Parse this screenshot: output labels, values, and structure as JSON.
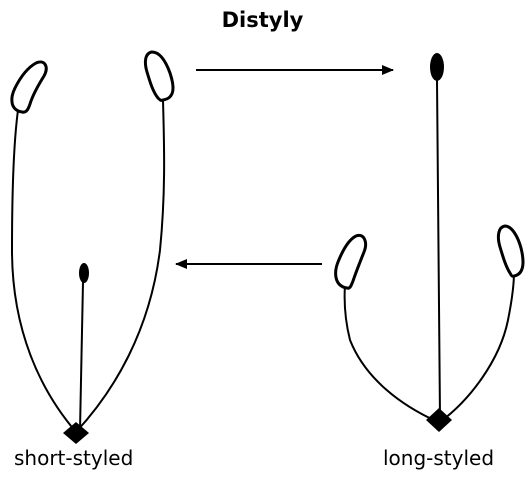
{
  "title": "Distyly",
  "morphs": [
    {
      "label": "short-styled"
    },
    {
      "label": "long-styled"
    }
  ]
}
